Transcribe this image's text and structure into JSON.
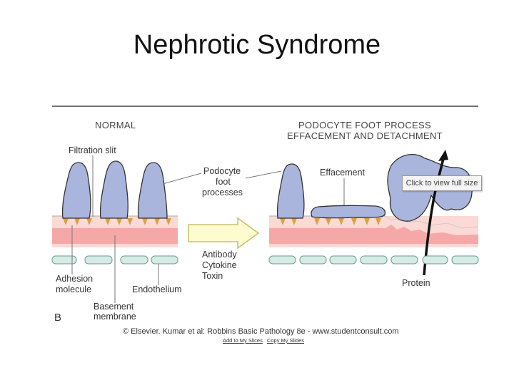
{
  "slide": {
    "title": "Nephrotic Syndrome"
  },
  "figure": {
    "panel_left_heading": "NORMAL",
    "panel_right_heading_line1": "PODOCYTE FOOT PROCESS",
    "panel_right_heading_line2": "EFFACEMENT AND DETACHMENT",
    "labels": {
      "filtration_slit": "Filtration slit",
      "podocyte_line1": "Podocyte",
      "podocyte_line2": "foot",
      "podocyte_line3": "processes",
      "effacement": "Effacement",
      "antibody": "Antibody",
      "cytokine": "Cytokine",
      "toxin": "Toxin",
      "adhesion_line1": "Adhesion",
      "adhesion_line2": "molecule",
      "endothelium": "Endothelium",
      "basement_line1": "Basement",
      "basement_line2": "membrane",
      "protein": "Protein",
      "panel_letter": "B"
    },
    "copyright": "© Elsevier. Kumar et al: Robbins Basic Pathology 8e - www.studentconsult.com",
    "colors": {
      "podocyte": "#a9b5dc",
      "membrane_pink": "#f5a8a8",
      "membrane_light": "#fbd9d4",
      "endothelium": "#d6ebe6",
      "arrow_fill": "#fdfbd0",
      "arrow_stroke": "#c8c06a",
      "adhesion": "#e0a040"
    }
  },
  "tooltip": {
    "text": "Click to view full size"
  },
  "links": {
    "add": "Add to My Slices",
    "copy": "Copy My Slides"
  }
}
